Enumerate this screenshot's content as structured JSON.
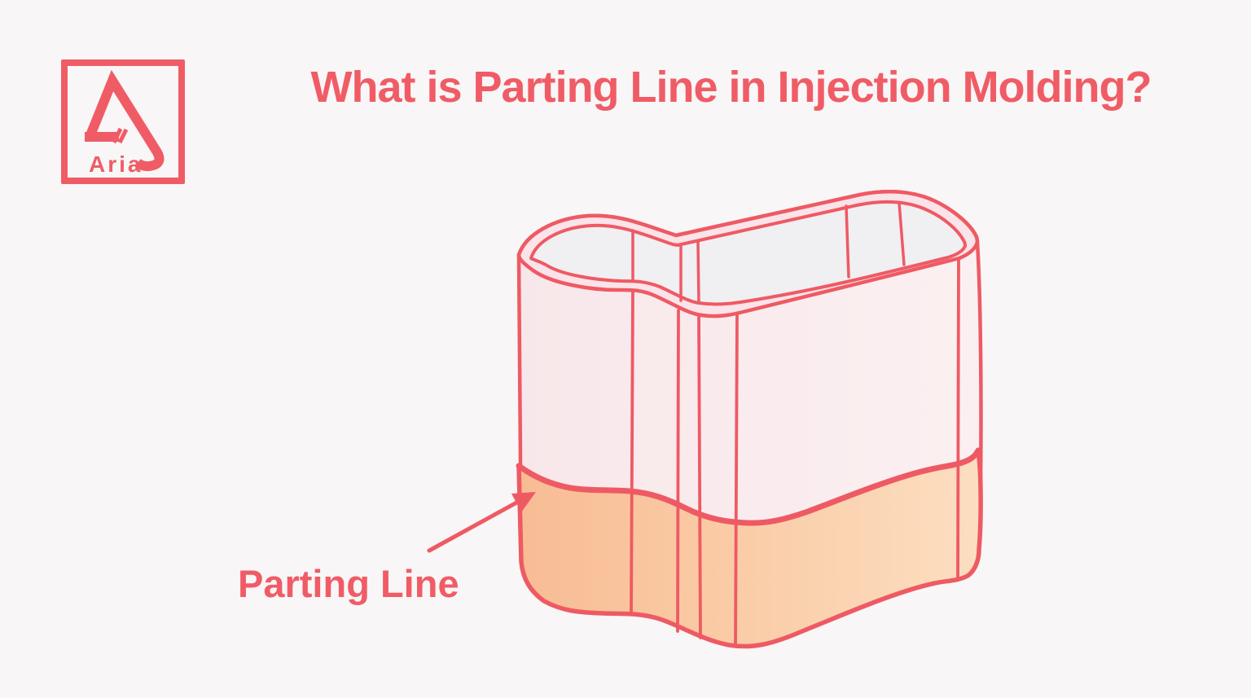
{
  "page": {
    "background": "#F8F6F6"
  },
  "header": {
    "title": "What is Parting Line in Injection Molding?"
  },
  "logo": {
    "text": "Aria",
    "icon": "aria-triangle-icon"
  },
  "diagram": {
    "label": "Parting Line",
    "annotation_icon": "arrow-icon",
    "subject_icon": "molded-container-illustration"
  },
  "colors": {
    "accent": "#F05C66",
    "line": "#EE5A64",
    "background": "#F8F6F6",
    "rim_band": "#FAE3E9",
    "interior": "#F0EFF2",
    "body_upper": "#FAEDEF",
    "body_lower_left": "#F8BC94",
    "body_lower_right": "#FCDEC0"
  }
}
